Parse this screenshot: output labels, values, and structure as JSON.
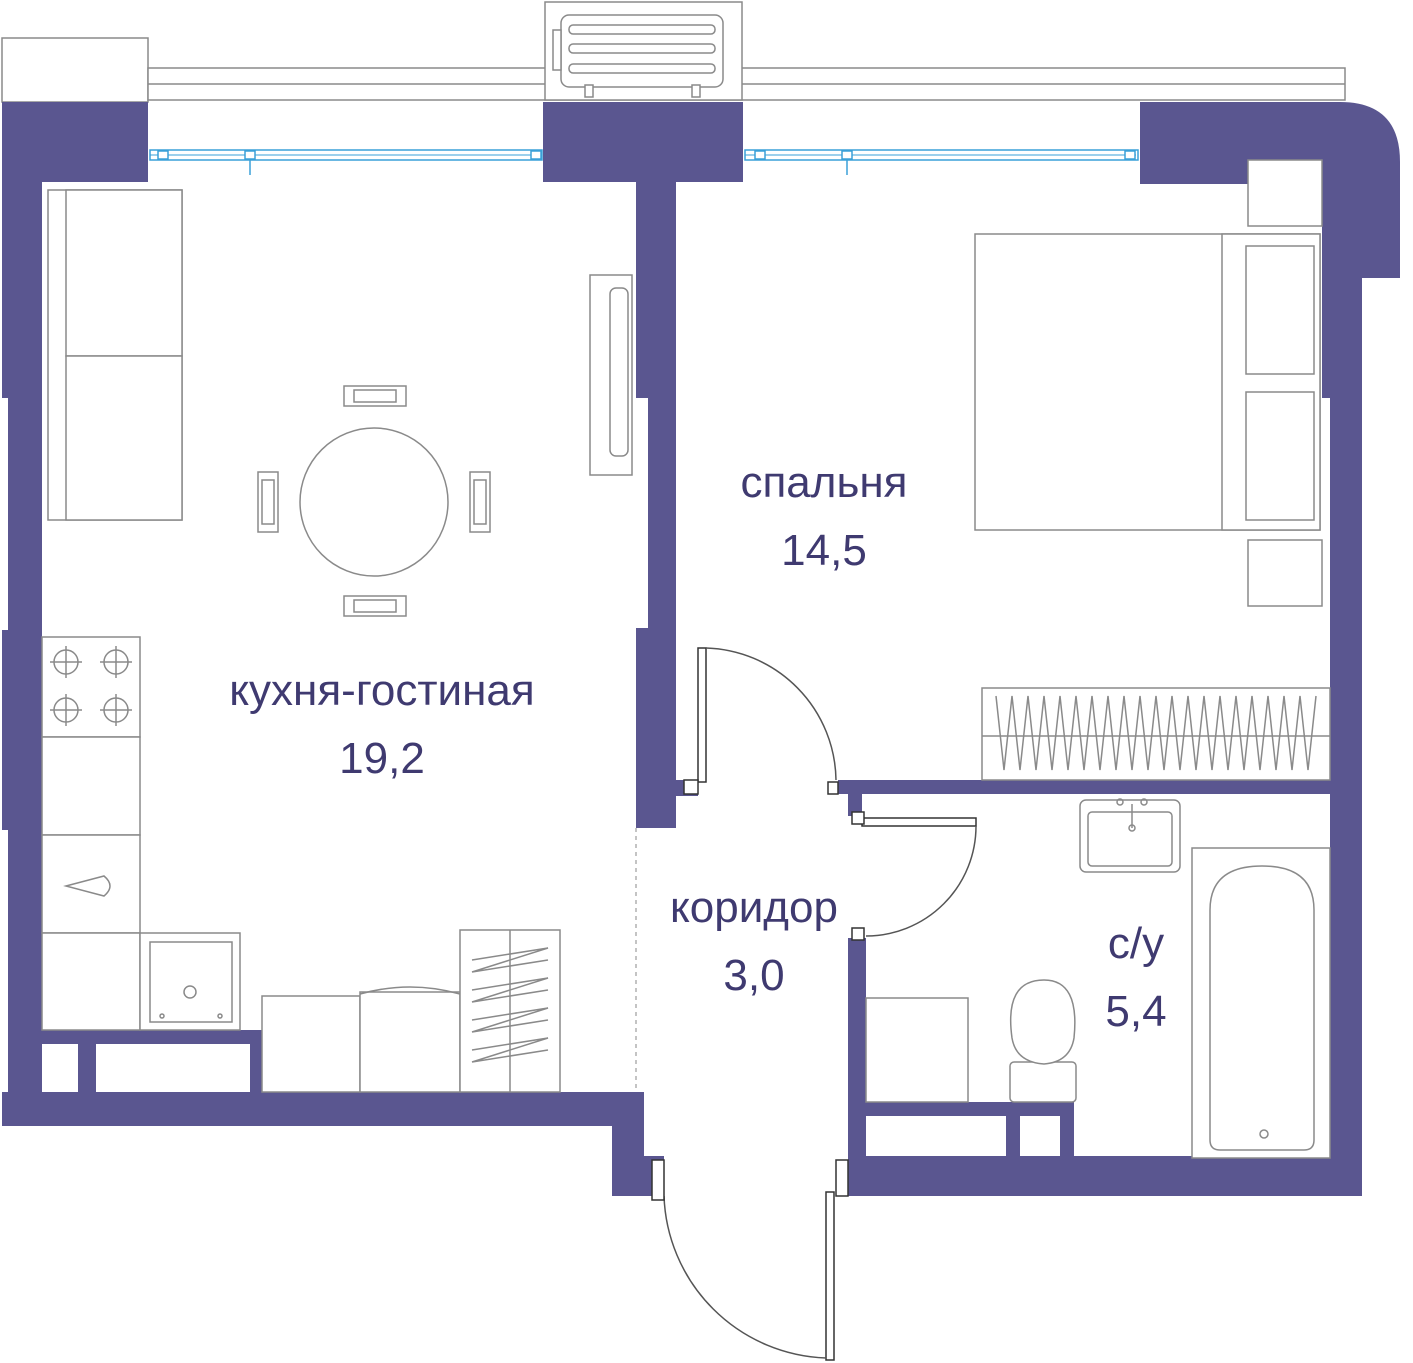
{
  "colors": {
    "wall": "#5a5690",
    "label": "#3f3a70",
    "window": "#3aa0d8",
    "furniture": "#8a8a8a"
  },
  "rooms": [
    {
      "id": "kitchen",
      "name": "кухня-гостиная",
      "area": "19,2"
    },
    {
      "id": "bedroom",
      "name": "спальня",
      "area": "14,5"
    },
    {
      "id": "corridor",
      "name": "коридор",
      "area": "3,0"
    },
    {
      "id": "bathroom",
      "name": "с/у",
      "area": "5,4"
    }
  ],
  "icons": [
    "sofa-icon",
    "dining-table-icon",
    "stove-icon",
    "sink-icon",
    "bed-icon",
    "wardrobe-icon",
    "bathtub-icon",
    "toilet-icon",
    "washbasin-icon",
    "washing-machine-icon",
    "air-conditioner-icon",
    "door-icon",
    "window-icon"
  ]
}
